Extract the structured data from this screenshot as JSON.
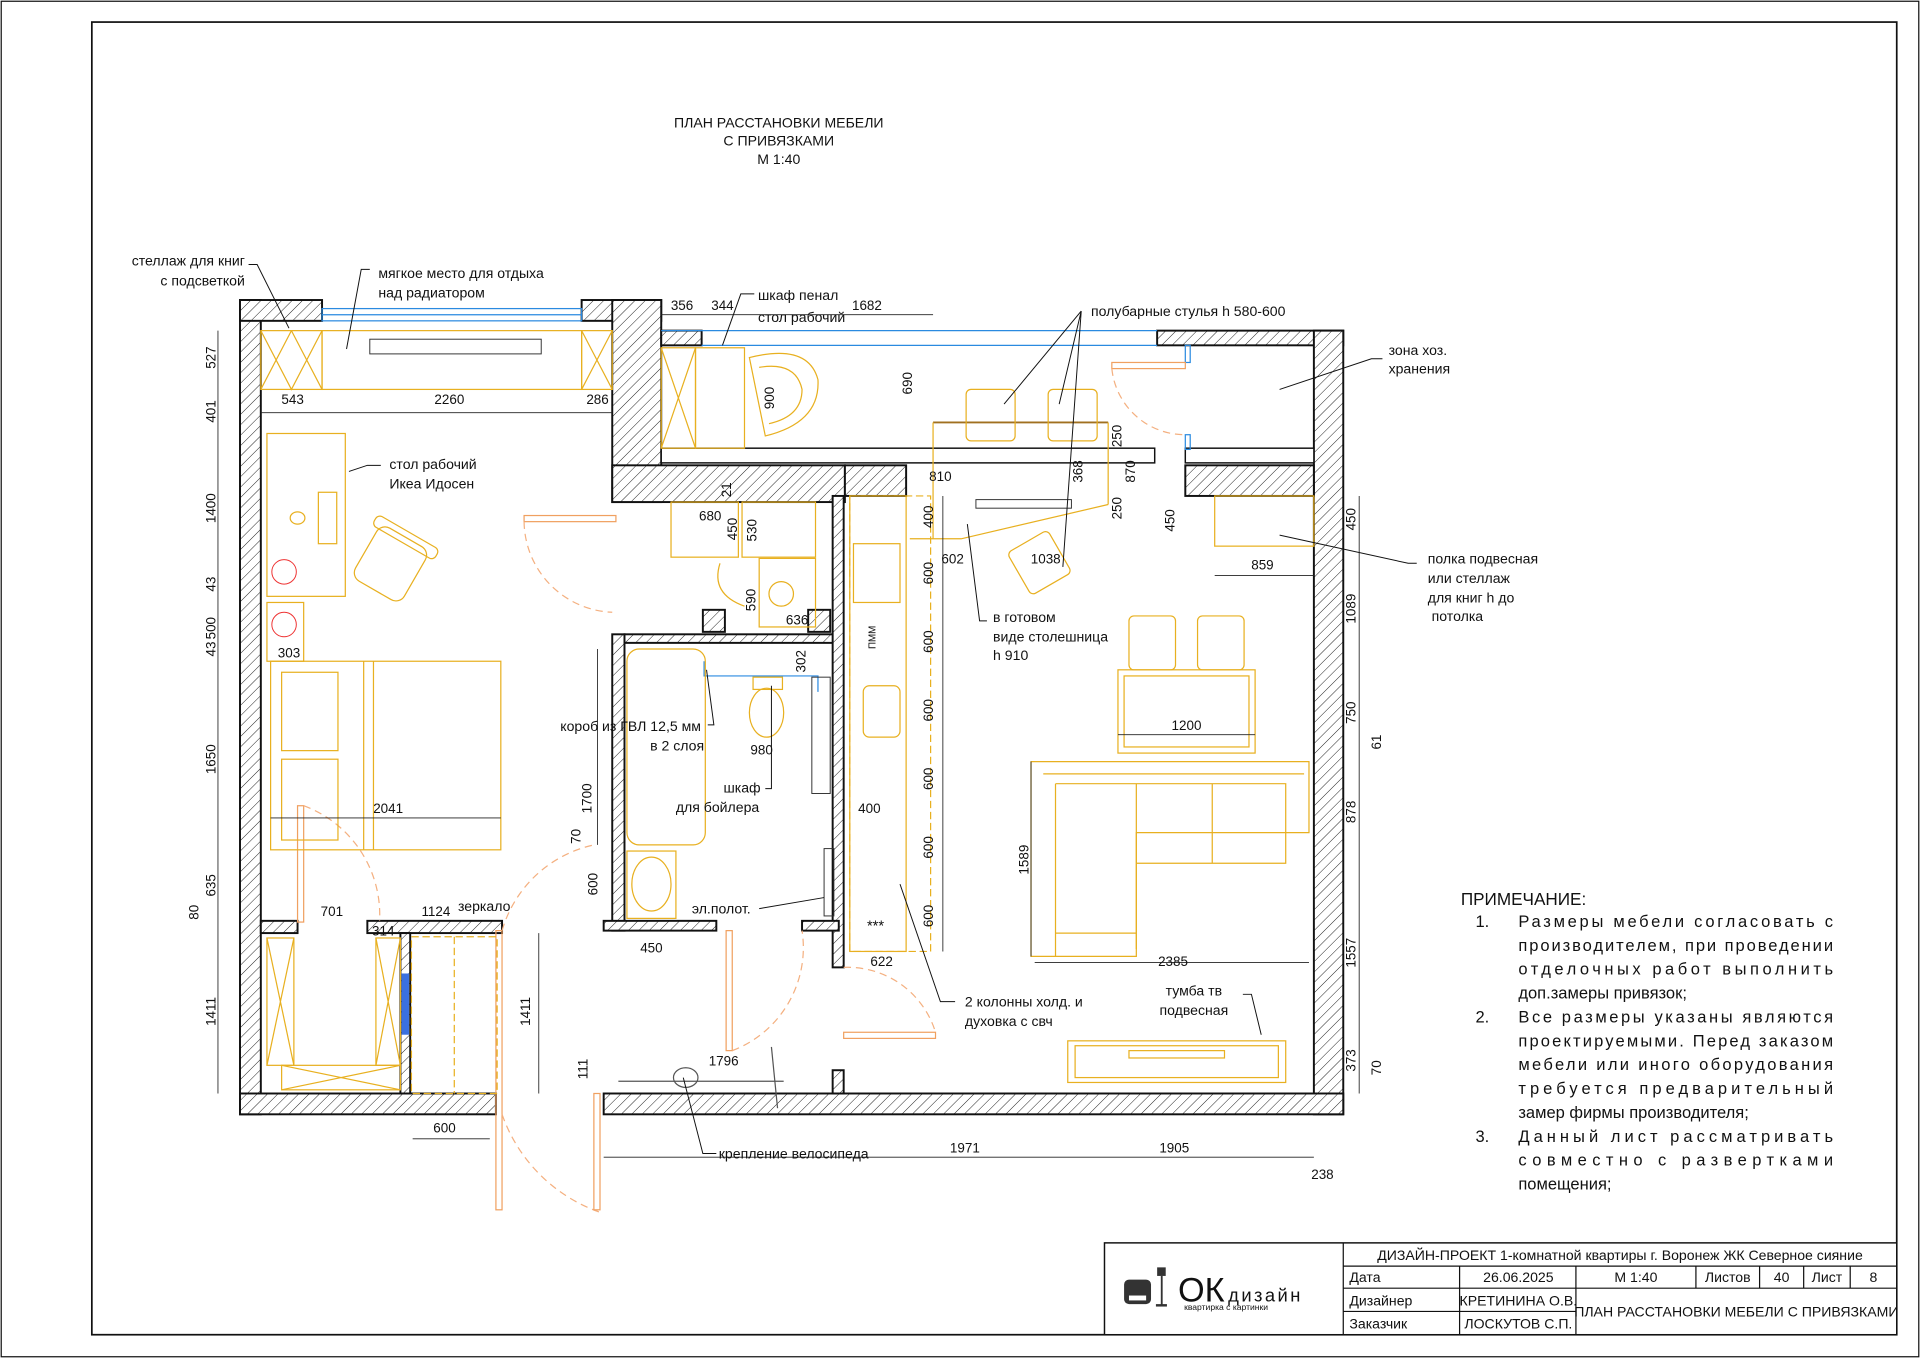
{
  "title": {
    "line1": "ПЛАН РАССТАНОВКИ МЕБЕЛИ",
    "line2": "С ПРИВЯЗКАМИ",
    "scale": "М 1:40"
  },
  "labels": {
    "bookshelf": [
      "стеллаж для книг",
      "с подсветкой"
    ],
    "soft_seat": [
      "мягкое место для отдыха",
      "над радиатором"
    ],
    "wardrobe_desk": [
      "шкаф пенал",
      "стол рабочий"
    ],
    "bar_stools": "полубарные стулья h 580-600",
    "storage": [
      "зона хоз.",
      "хранения"
    ],
    "desk_ikea": [
      "стол рабочий",
      "Икеа Идосен"
    ],
    "countertop": [
      "в готовом",
      "виде столешница",
      "h 910"
    ],
    "shelf": [
      "полка подвесная",
      "или стеллаж",
      "для книг h до",
      " потолка"
    ],
    "gkl_box": [
      "короб из ГВЛ 12,5 мм",
      "в 2 слоя"
    ],
    "boiler": [
      "шкаф",
      "для бойлера"
    ],
    "mirror": "зеркало",
    "towel": "эл.полот.",
    "columns": [
      "2 колонны холд. и",
      "духовка с свч"
    ],
    "tv_stand": [
      "тумба тв",
      "подвесная"
    ],
    "bike": "крепление велосипеда",
    "dishwasher": "ПММ",
    "hob": "***"
  },
  "dims": [
    "543",
    "2260",
    "286",
    "356",
    "344",
    "1682",
    "680",
    "810",
    "602",
    "1038",
    "859",
    "1200",
    "303",
    "2041",
    "980",
    "400",
    "701",
    "1124",
    "314",
    "450",
    "622",
    "2385",
    "600",
    "1796",
    "1971",
    "1905",
    "238",
    "636",
    "527",
    "401",
    "1400",
    "43",
    "500",
    "43",
    "1650",
    "635",
    "80",
    "1411",
    "690",
    "900",
    "250",
    "368",
    "870",
    "250",
    "450",
    "21",
    "450",
    "530",
    "590",
    "302",
    "1700",
    "70",
    "600",
    "1411",
    "400",
    "600",
    "600",
    "600",
    "600",
    "600",
    "600",
    "1589",
    "450",
    "1089",
    "750",
    "61",
    "878",
    "1557",
    "373",
    "70",
    "111"
  ],
  "notes": {
    "header": "ПРИМЕЧАНИЕ:",
    "items": [
      {
        "num": "1.",
        "lines": [
          "Размеры мебели согласовать с",
          "производителем, при проведении",
          "отделочных работ выполнить",
          "доп.замеры привязок;"
        ]
      },
      {
        "num": "2.",
        "lines": [
          "Все размеры указаны являются",
          "проектируемыми. Перед заказом",
          "мебели или иного оборудования",
          "требуется предварительный",
          "замер фирмы производителя;"
        ]
      },
      {
        "num": "3.",
        "lines": [
          "Данный лист рассматривать",
          "совместно с развертками",
          "помещения;"
        ]
      }
    ]
  },
  "title_block": {
    "logo_main": "ОК",
    "logo_word": "дизайн",
    "logo_tagline": "квартирка с картинки",
    "project": "ДИЗАЙН-ПРОЕКТ 1-комнатной квартиры г. Воронеж ЖК Северное сияние",
    "date_label": "Дата",
    "date": "26.06.2025",
    "scale": "М 1:40",
    "sheets_label": "Листов",
    "sheets": "40",
    "sheet_label": "Лист",
    "sheet": "8",
    "designer_label": "Дизайнер",
    "designer": "КРЕТИНИНА О.В.",
    "client_label": "Заказчик",
    "client": "ЛОСКУТОВ С.П.",
    "sheet_title": "ПЛАН РАССТАНОВКИ МЕБЕЛИ С ПРИВЯЗКАМИ"
  },
  "colors": {
    "furniture": "#e8b020",
    "window": "#2a8ae0",
    "door": "#f0a060",
    "walls": "#111111"
  }
}
